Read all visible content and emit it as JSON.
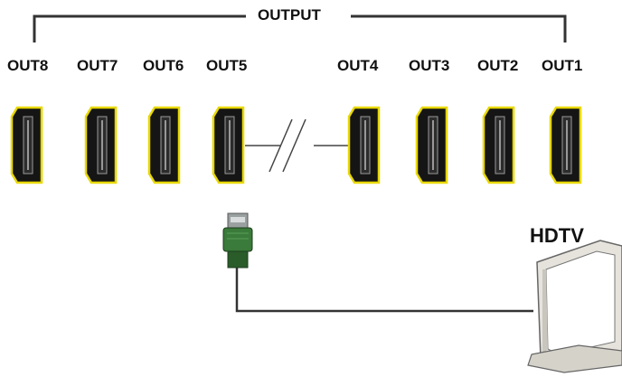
{
  "output_label": "OUTPUT",
  "ports": [
    {
      "label": "OUT8"
    },
    {
      "label": "OUT7"
    },
    {
      "label": "OUT6"
    },
    {
      "label": "OUT5"
    },
    {
      "label": "OUT4"
    },
    {
      "label": "OUT3"
    },
    {
      "label": "OUT2"
    },
    {
      "label": "OUT1"
    }
  ],
  "display_label": "HDTV",
  "colors": {
    "line": "#333333",
    "port_outline": "#e8d800",
    "port_body": "#151515",
    "connector_green": "#3a7a3a"
  }
}
